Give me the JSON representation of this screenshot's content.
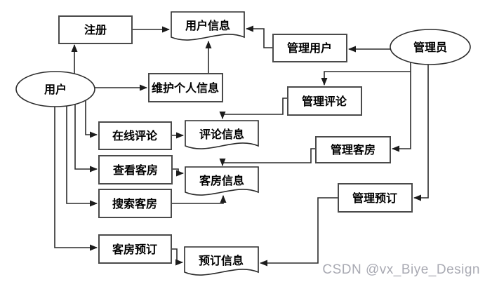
{
  "diagram": {
    "entities": {
      "user": "用户",
      "admin": "管理员"
    },
    "processes": {
      "register": "注册",
      "maintain_personal_info": "维护个人信息",
      "online_comment": "在线评论",
      "view_room": "查看客房",
      "search_room": "搜索客房",
      "room_booking": "客房预订",
      "manage_user": "管理用户",
      "manage_comment": "管理评论",
      "manage_room": "管理客房",
      "manage_booking": "管理预订"
    },
    "datastores": {
      "user_info": "用户信息",
      "comment_info": "评论信息",
      "room_info": "客房信息",
      "booking_info": "预订信息"
    },
    "colors": {
      "line": "#2b2b2b",
      "box_border": "#4a4a4a",
      "watermark": "#a9aab3"
    },
    "watermark": "CSDN @vx_Biye_Design"
  }
}
